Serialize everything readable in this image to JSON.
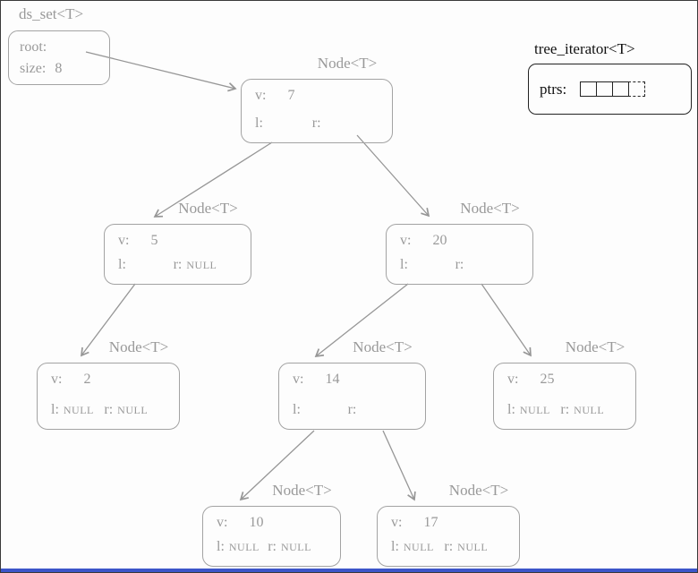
{
  "ds_set": {
    "title": "ds_set<T>",
    "root_label": "root:",
    "size_label": "size:",
    "size_value": "8"
  },
  "iterator": {
    "title": "tree_iterator<T>",
    "ptrs_label": "ptrs:",
    "cell_count": 4
  },
  "node_title": "Node<T>",
  "labels": {
    "v": "v:",
    "l": "l:",
    "r": "r:"
  },
  "nodes": [
    {
      "name": "node-7",
      "v": "7",
      "l_null": "",
      "r_null": ""
    },
    {
      "name": "node-5",
      "v": "5",
      "l_null": "",
      "r_null": "NULL"
    },
    {
      "name": "node-20",
      "v": "20",
      "l_null": "",
      "r_null": ""
    },
    {
      "name": "node-2",
      "v": "2",
      "l_null": "NULL",
      "r_null": "NULL"
    },
    {
      "name": "node-14",
      "v": "14",
      "l_null": "",
      "r_null": ""
    },
    {
      "name": "node-25",
      "v": "25",
      "l_null": "NULL",
      "r_null": "NULL"
    },
    {
      "name": "node-10",
      "v": "10",
      "l_null": "NULL",
      "r_null": "NULL"
    },
    {
      "name": "node-17",
      "v": "17",
      "l_null": "NULL",
      "r_null": "NULL"
    }
  ],
  "colors": {
    "diagram_gray": "#999999",
    "iterator_black": "#111111",
    "bottom_bar_blue": "#3c55c9"
  }
}
